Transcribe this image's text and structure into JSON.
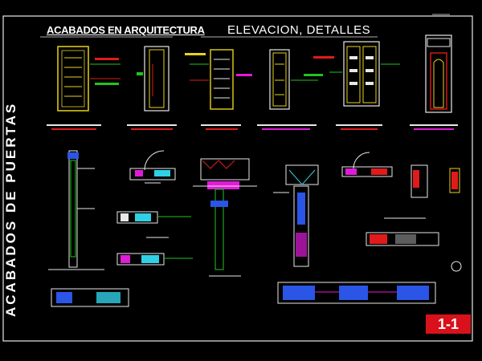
{
  "header": {
    "left_title": "ACABADOS EN ARQUITECTURA",
    "right_title": "ELEVACION, DETALLES"
  },
  "side_title": "ACABADOS DE PUERTAS",
  "sheet_badge": "1-1",
  "colors": {
    "background": "#000000",
    "frame": "#e8e8e8",
    "door_yellow": "#e6d21a",
    "leader_green": "#21c321",
    "accent_red": "#e01b1b",
    "accent_magenta": "#e01bd8",
    "accent_cyan": "#2fd0e6",
    "accent_blue": "#2a55e6",
    "badge_red": "#d9111b"
  }
}
